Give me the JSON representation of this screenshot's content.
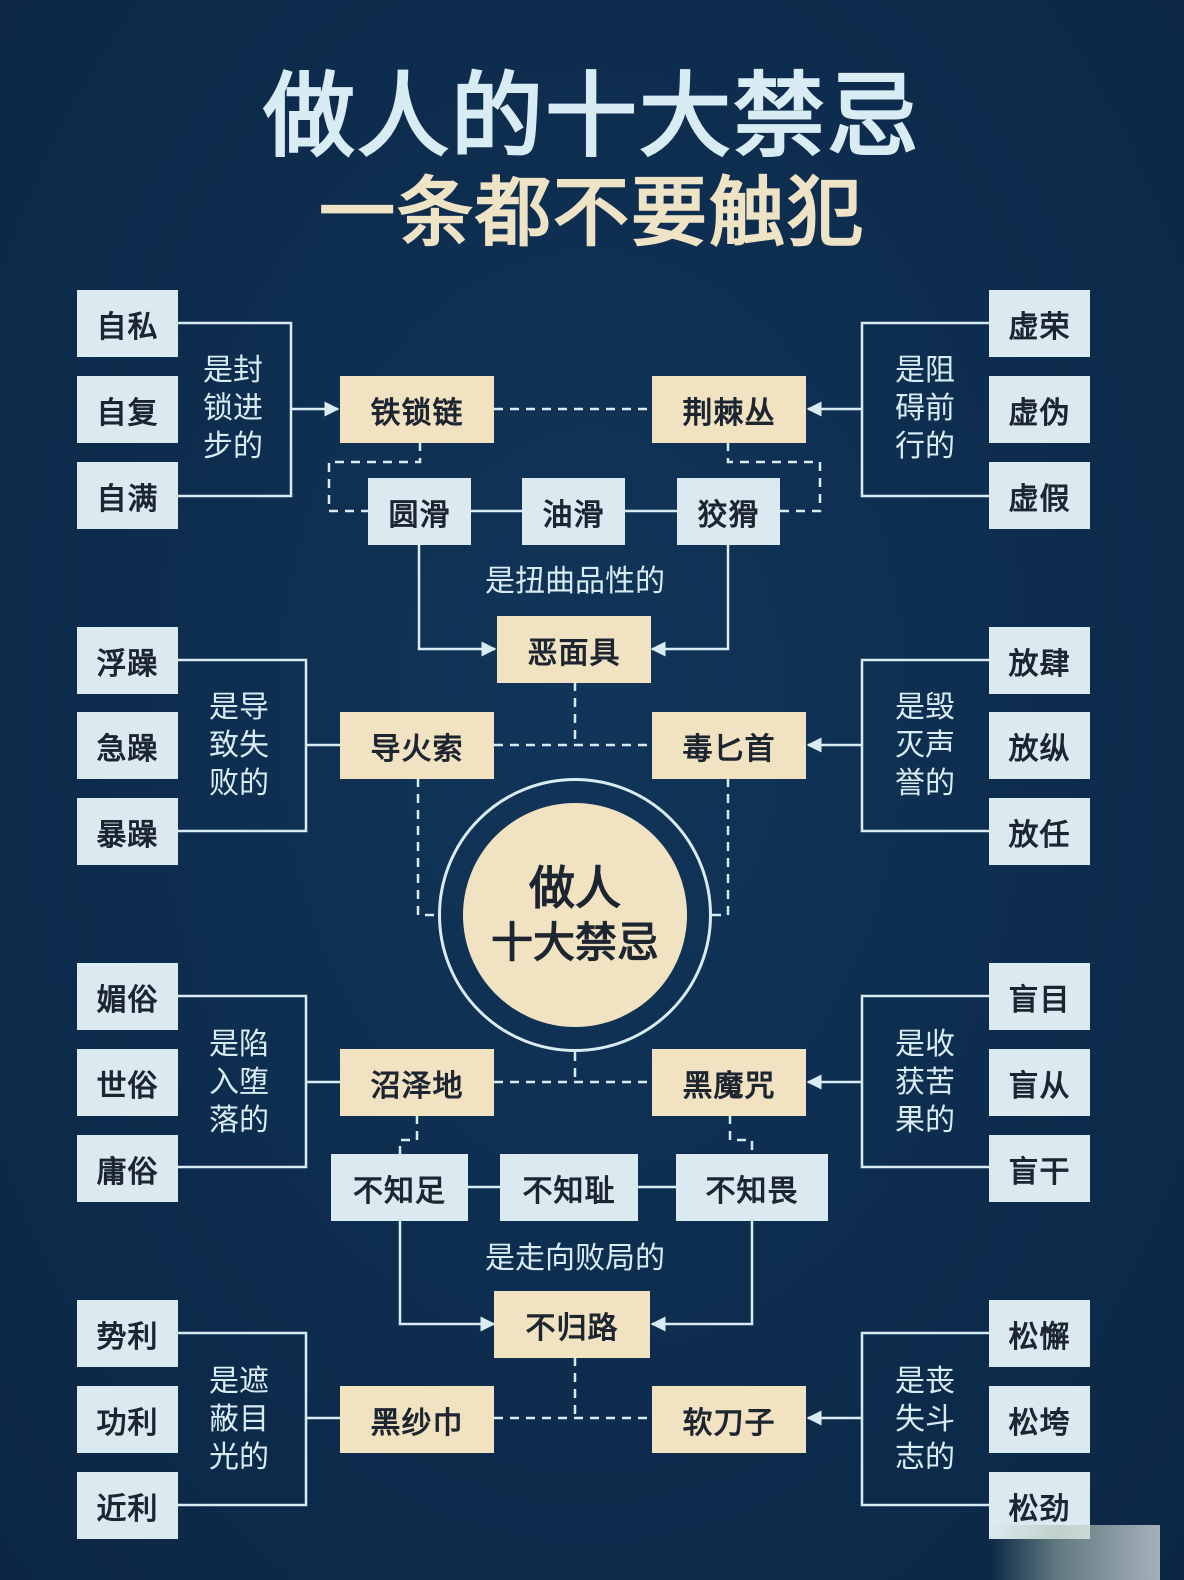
{
  "header": {
    "title": "做人的十大禁忌",
    "subtitle": "一条都不要触犯"
  },
  "center": {
    "line1": "做人",
    "line2": "十大禁忌"
  },
  "groups": {
    "g1": {
      "items": [
        "自私",
        "自复",
        "自满"
      ],
      "label": "是封锁进步的",
      "result": "铁锁链"
    },
    "g2": {
      "items": [
        "虚荣",
        "虚伪",
        "虚假"
      ],
      "label": "是阻碍前行的",
      "result": "荆棘丛"
    },
    "g3": {
      "items": [
        "圆滑",
        "油滑",
        "狡猾"
      ],
      "label": "是扭曲品性的",
      "result": "恶面具"
    },
    "g4": {
      "items": [
        "浮躁",
        "急躁",
        "暴躁"
      ],
      "label": "是导致失败的",
      "result": "导火索"
    },
    "g5": {
      "items": [
        "放肆",
        "放纵",
        "放任"
      ],
      "label": "是毁灭声誉的",
      "result": "毒匕首"
    },
    "g6": {
      "items": [
        "媚俗",
        "世俗",
        "庸俗"
      ],
      "label": "是陷入堕落的",
      "result": "沼泽地"
    },
    "g7": {
      "items": [
        "盲目",
        "盲从",
        "盲干"
      ],
      "label": "是收获苦果的",
      "result": "黑魔咒"
    },
    "g8": {
      "items": [
        "不知足",
        "不知耻",
        "不知畏"
      ],
      "label": "是走向败局的",
      "result": "不归路"
    },
    "g9": {
      "items": [
        "势利",
        "功利",
        "近利"
      ],
      "label": "是遮蔽目光的",
      "result": "黑纱巾"
    },
    "g10": {
      "items": [
        "松懈",
        "松垮",
        "松劲"
      ],
      "label": "是丧失斗志的",
      "result": "软刀子"
    }
  },
  "colors": {
    "background": "#0d2d4f",
    "light_box": "#dbeaf0",
    "tan_box": "#f1e2c1",
    "line": "#d9ebf3",
    "text_dark": "#1c2530"
  }
}
